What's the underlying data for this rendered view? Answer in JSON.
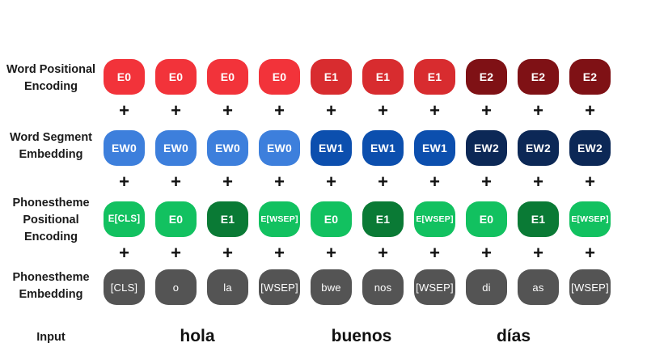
{
  "labels": {
    "word_positional": "Word Positional\nEncoding",
    "word_segment": "Word Segment\nEmbedding",
    "phonestheme_positional": "Phonestheme\nPositional\nEncoding",
    "phonestheme_embedding": "Phonestheme\nEmbedding",
    "input": "Input"
  },
  "plus_symbol": "+",
  "colors": {
    "E0": "#f2333a",
    "E1": "#d82c2f",
    "E2": "#7f1115",
    "EW0": "#3d7fdc",
    "EW1": "#0c4fae",
    "EW2": "#0c2856",
    "phon_light": "#12c160",
    "phon_dark": "#0a7a35",
    "embedding": "#545454"
  },
  "rows": {
    "word_positional": [
      "E0",
      "E0",
      "E0",
      "E0",
      "E1",
      "E1",
      "E1",
      "E2",
      "E2",
      "E2"
    ],
    "word_segment": [
      "EW0",
      "EW0",
      "EW0",
      "EW0",
      "EW1",
      "EW1",
      "EW1",
      "EW2",
      "EW2",
      "EW2"
    ],
    "phonestheme_positional": [
      "E[CLS]",
      "E0",
      "E1",
      "E[WSEP]",
      "E0",
      "E1",
      "E[WSEP]",
      "E0",
      "E1",
      "E[WSEP]"
    ],
    "phonestheme_embedding": [
      "[CLS]",
      "o",
      "la",
      "[WSEP]",
      "bwe",
      "nos",
      "[WSEP]",
      "di",
      "as",
      "[WSEP]"
    ]
  },
  "input_words": [
    "hola",
    "buenos",
    "días"
  ]
}
